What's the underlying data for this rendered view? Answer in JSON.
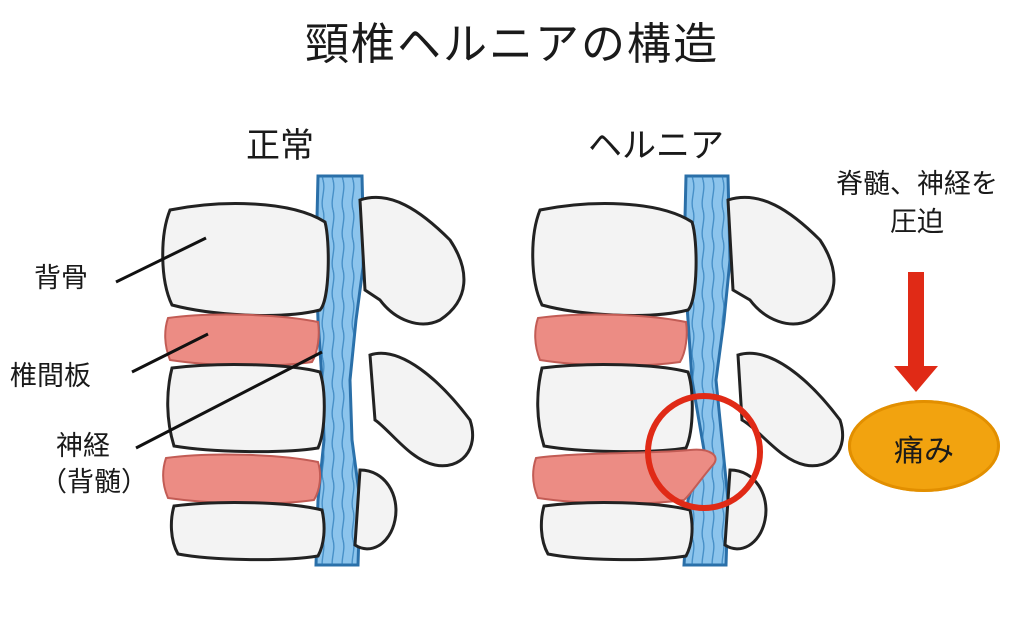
{
  "title": "頸椎ヘルニアの構造",
  "panels": {
    "normal": {
      "title": "正常"
    },
    "hernia": {
      "title": "ヘルニア"
    }
  },
  "labels": {
    "bone": "背骨",
    "disc": "椎間板",
    "nerve": "神経",
    "nerve_sub": "（背髄）"
  },
  "compression": {
    "line1": "脊髄、神経を",
    "line2": "圧迫"
  },
  "pain": {
    "text": "痛み"
  },
  "colors": {
    "bone_fill": "#f2f2f2",
    "disc_fill": "#ec8c84",
    "spinal_cord": "#6fb4e4",
    "arrow": "#e02a16",
    "circle": "#e02a16",
    "badge": "#f2a30f"
  }
}
